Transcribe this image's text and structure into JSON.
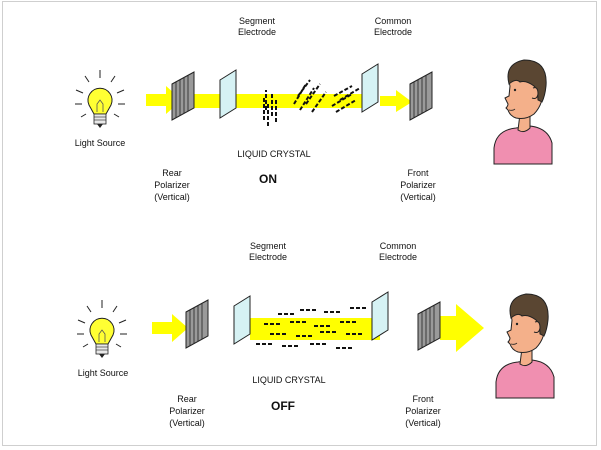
{
  "panels": {
    "on": {
      "light_source": "Light Source",
      "segment_electrode": [
        "Segment",
        "Electrode"
      ],
      "common_electrode": [
        "Common",
        "Electrode"
      ],
      "liquid_crystal": "LIQUID CRYSTAL",
      "rear_polarizer": [
        "Rear",
        "Polarizer",
        "(Vertical)"
      ],
      "front_polarizer": [
        "Front",
        "Polarizer",
        "(Vertical)"
      ],
      "state": "ON"
    },
    "off": {
      "light_source": "Light Source",
      "segment_electrode": [
        "Segment",
        "Electrode"
      ],
      "common_electrode": [
        "Common",
        "Electrode"
      ],
      "liquid_crystal": "LIQUID CRYSTAL",
      "rear_polarizer": [
        "Rear",
        "Polarizer",
        "(Vertical)"
      ],
      "front_polarizer": [
        "Front",
        "Polarizer",
        "(Vertical)"
      ],
      "state": "OFF"
    }
  },
  "colors": {
    "light_beam": "#ffff00",
    "bulb": "#ffff33",
    "electrode_glass": "#d6f2f4",
    "polarizer": "#9a9a9a",
    "skin": "#f4b08a",
    "shirt": "#f08fb0",
    "hair": "#5a4632"
  },
  "icons": [
    "light-bulb-icon",
    "viewer-icon"
  ]
}
